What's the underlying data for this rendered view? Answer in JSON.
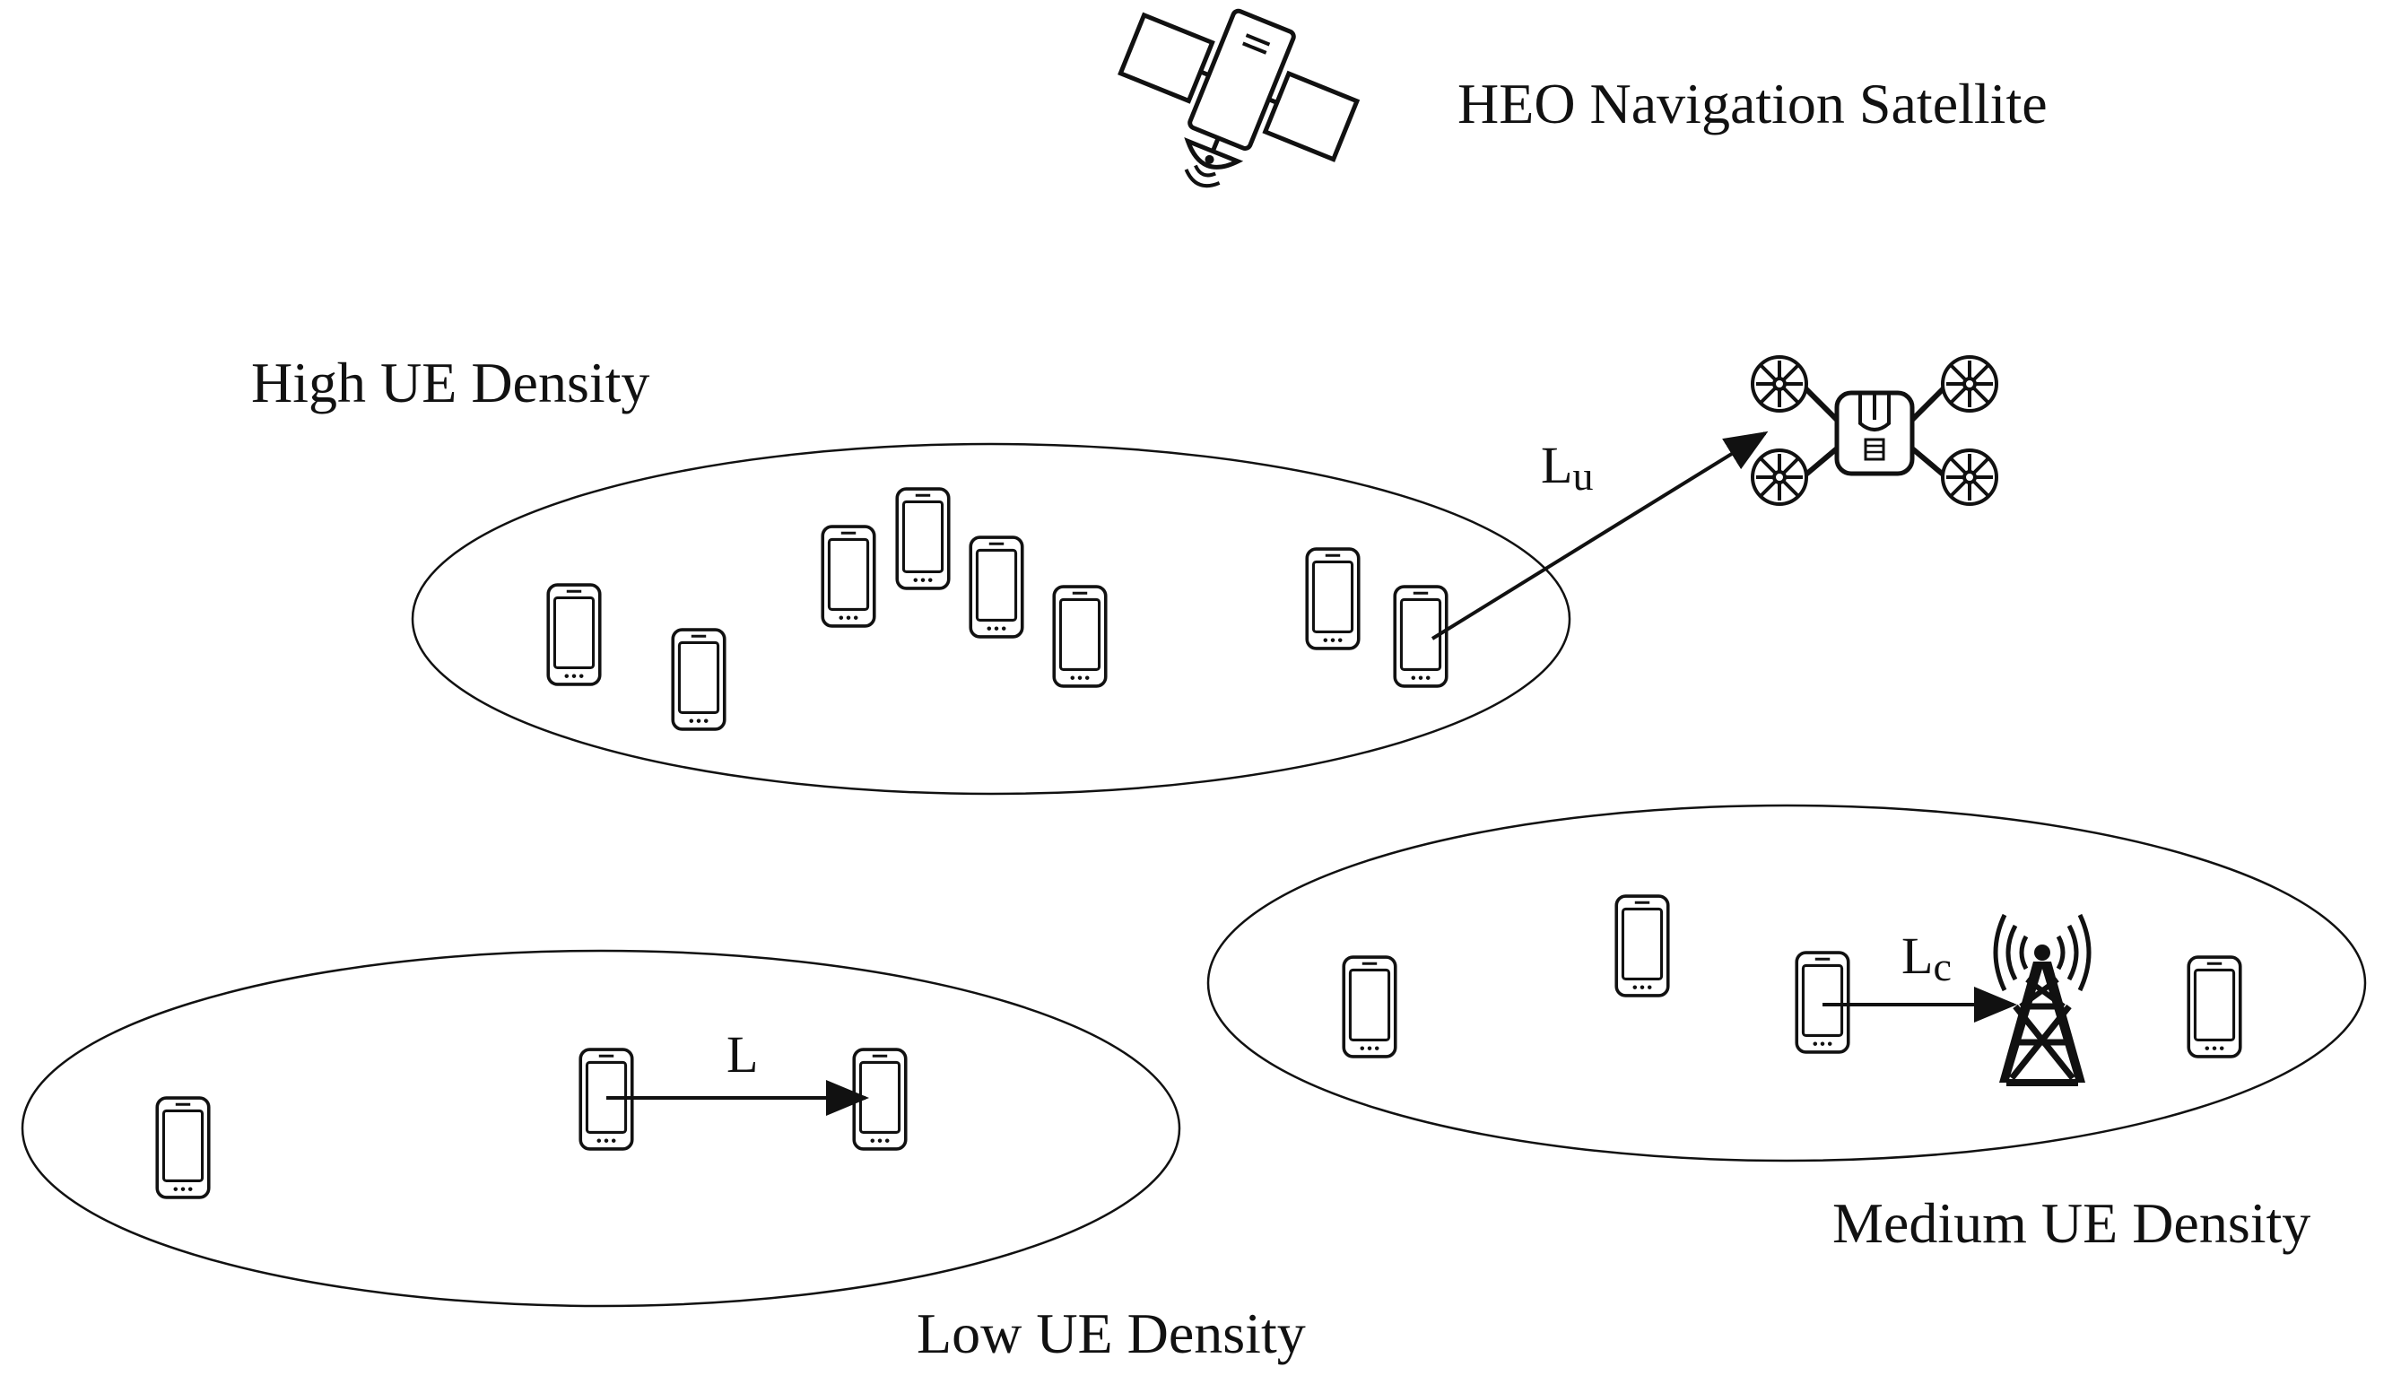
{
  "labels": {
    "satellite": "HEO Navigation Satellite",
    "high_density": "High UE Density",
    "medium_density": "Medium UE Density",
    "low_density": "Low UE Density"
  },
  "links": {
    "uav": {
      "main": "L",
      "sub": "u"
    },
    "cell": {
      "main": "L",
      "sub": "c"
    },
    "direct": {
      "main": "L"
    }
  },
  "icons": {
    "satellite": "satellite-icon",
    "uav": "drone-icon",
    "base_station": "cell-tower-icon",
    "ue": "smartphone-icon"
  },
  "counts": {
    "high_density_ues": 8,
    "medium_density_ues": 4,
    "low_density_ues": 3
  },
  "colors": {
    "ink": "#111111",
    "background": "#ffffff"
  }
}
